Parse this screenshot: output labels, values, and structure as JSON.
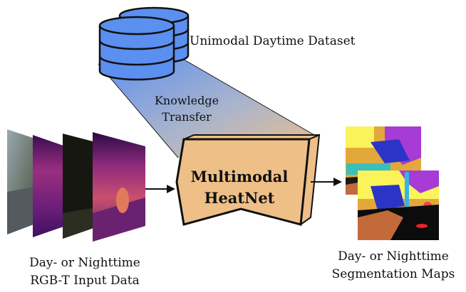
{
  "dataset": {
    "label": "Unimodal Daytime Dataset",
    "icon": "database-icon",
    "color": "#5b8ff0"
  },
  "transfer": {
    "line1": "Knowledge",
    "line2": "Transfer",
    "gradient_from": "#5b8ff0",
    "gradient_to": "#efbf88"
  },
  "network": {
    "line1": "Multimodal",
    "line2": "HeatNet",
    "fill": "#efbf88"
  },
  "input_caption": {
    "line1": "Day- or Nighttime",
    "line2": "RGB-T Input Data"
  },
  "output_caption": {
    "line1": "Day- or Nighttime",
    "line2": "Segmentation Maps"
  }
}
